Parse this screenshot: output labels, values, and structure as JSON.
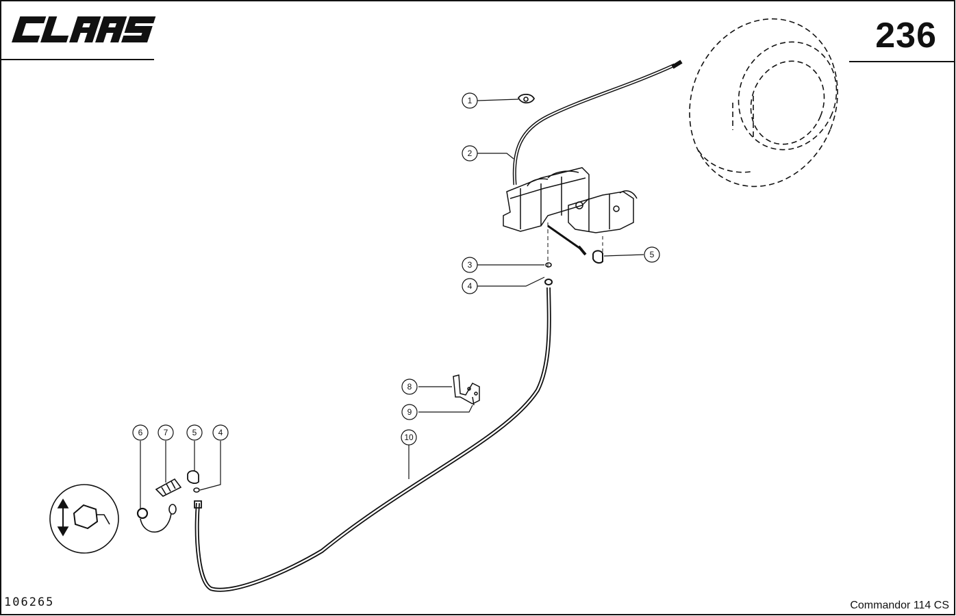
{
  "header": {
    "brand": "CLAAS",
    "page_number": "236"
  },
  "footer": {
    "drawing_number": "106265",
    "model": "Commandor 114 CS"
  },
  "callouts": [
    {
      "id": "c1",
      "label": "1"
    },
    {
      "id": "c2",
      "label": "2"
    },
    {
      "id": "c3",
      "label": "3"
    },
    {
      "id": "c4a",
      "label": "4"
    },
    {
      "id": "c5a",
      "label": "5"
    },
    {
      "id": "c6",
      "label": "6"
    },
    {
      "id": "c7",
      "label": "7"
    },
    {
      "id": "c5b",
      "label": "5"
    },
    {
      "id": "c4b",
      "label": "4"
    },
    {
      "id": "c8",
      "label": "8"
    },
    {
      "id": "c9",
      "label": "9"
    },
    {
      "id": "c10",
      "label": "10"
    }
  ],
  "colors": {
    "ink": "#111111",
    "paper": "#ffffff"
  }
}
